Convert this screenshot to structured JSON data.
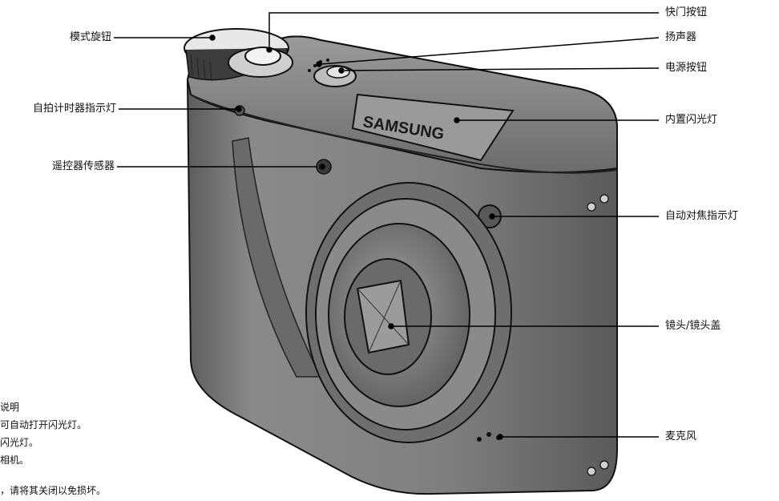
{
  "brand_text": "SAMSUNG",
  "labels": {
    "mode_dial": "模式旋钮",
    "self_timer_lamp": "自拍计时器指示灯",
    "remote_sensor": "遥控器传感器",
    "shutter_button": "快门按钮",
    "speaker": "扬声器",
    "power_button": "电源按钮",
    "builtin_flash": "内置闪光灯",
    "af_lamp": "自动对焦指示灯",
    "lens_cover": "镜头/镜头盖",
    "microphone": "麦克风"
  },
  "note_lines": [
    "说明",
    "可自动打开闪光灯。",
    "闪光灯。",
    "相机。",
    "，请将其关闭以免损坏。"
  ],
  "colors": {
    "body": "#7a7a7a",
    "body_dark": "#4a4a4a",
    "outline": "#111111",
    "lens_glass": "#8c8c8c"
  }
}
